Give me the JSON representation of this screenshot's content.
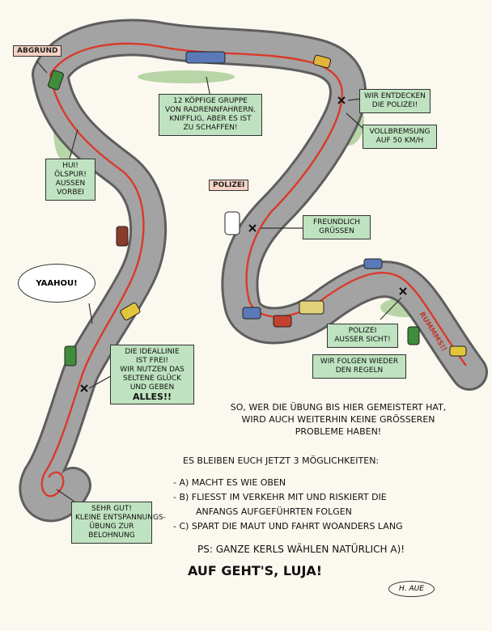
{
  "signs": {
    "abgrund": "ABGRUND",
    "polizei": "POLIZEI"
  },
  "bubbles": {
    "yaahou": "YAAHOU!"
  },
  "boxes": {
    "radrenn": [
      "12 KÖPFIGE GRUPPE",
      "VON RADRENNFAHRERN.",
      "KNIFFLIG, ABER ES IST",
      "ZU SCHAFFEN!"
    ],
    "polizei_entdeckt": [
      "WIR ENTDECKEN",
      "DIE POLIZEI!"
    ],
    "vollbremsung": [
      "VOLLBREMSUNG",
      "AUF 50 Km/h"
    ],
    "oelspur": [
      "HUI!",
      "ÖLSPUR!",
      "AUSSEN",
      "VORBEI"
    ],
    "gruessen": [
      "FREUNDLICH",
      "GRÜSSEN"
    ],
    "ausser_sicht": [
      "POLIZEI",
      "AUSSER SICHT!"
    ],
    "regeln": [
      "WIR FOLGEN WIEDER",
      "DEN REGELN"
    ],
    "ideallinie": [
      "DIE IDEALLINIE",
      "IST FREI!",
      "WIR NUTZEN DAS",
      "SELTENE GLÜCK",
      "UND GEBEN",
      "ALLES!!"
    ],
    "sehr_gut": [
      "SEHR GUT!",
      "KLEINE ENTSPANNUNGS-",
      "ÜBUNG ZUR",
      "BELOHNUNG"
    ]
  },
  "crash_text": "RUMMMS!!",
  "text": {
    "intro": [
      "SO, WER DIE ÜBUNG BIS HIER GEMEISTERT HAT,",
      "WIRD AUCH WEITERHIN KEINE GRÖSSEREN",
      "PROBLEME HABEN!"
    ],
    "options_heading": "ES BLEIBEN EUCH JETZT 3 MÖGLICHKEITEN:",
    "options": [
      "- a) MACHT ES WIE OBEN",
      "- b) FLIESST IM VERKEHR MIT UND RISKIERT DIE",
      "ANFANGS AUFGEFÜHRTEN FOLGEN",
      "- c) SPART DIE MAUT UND FAHRT WOANDERS LANG"
    ],
    "ps": "PS: GANZE KERLS WÄHLEN NATÜRLICH a)!",
    "closing": "AUF GEHT'S, LUJA!",
    "signature": "H. AUE"
  },
  "colors": {
    "road": "#9a9a9a",
    "road_edge": "#5e5e5e",
    "racing_line": "#d93a2b",
    "box": "#bfe3c0",
    "sign": "#f7d2c4"
  }
}
